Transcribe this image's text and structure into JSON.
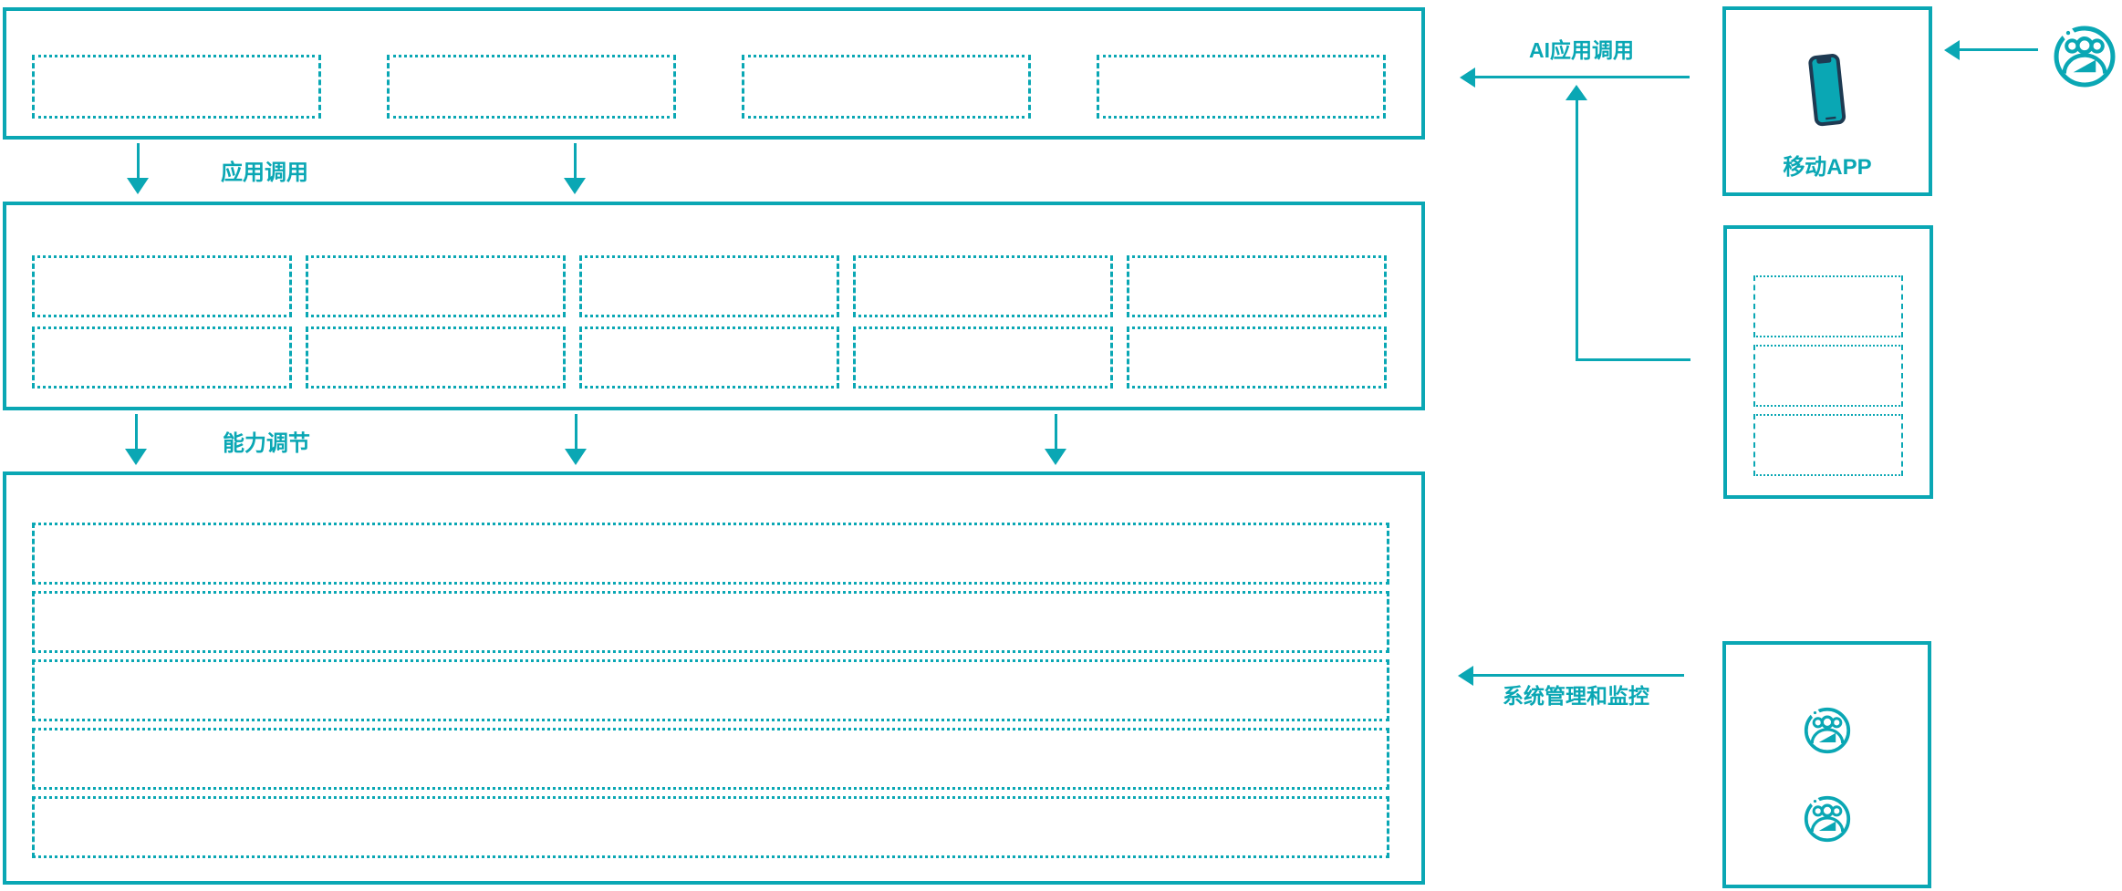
{
  "palette": {
    "teal": "#0aa7b4",
    "dark_navy": "#1e3a52"
  },
  "labels": {
    "app_call": "应用调用",
    "capability_adjust": "能力调节",
    "ai_app_call": "AI应用调用",
    "system_monitor": "系统管理和监控",
    "mobile_app": "移动APP"
  },
  "structure": {
    "top_section": {
      "placeholder_boxes": 4
    },
    "middle_section": {
      "placeholder_rows": 2,
      "placeholder_cols": 5
    },
    "bottom_section": {
      "placeholder_rows": 5
    },
    "stack_panel": {
      "placeholder_boxes": 3
    },
    "monitor_panel": {
      "icons": [
        "user-group-icon",
        "user-group-icon"
      ]
    },
    "mobile_panel": {
      "icon": "mobile-phone-icon"
    },
    "external_actor": {
      "icon": "user-group-icon"
    }
  }
}
